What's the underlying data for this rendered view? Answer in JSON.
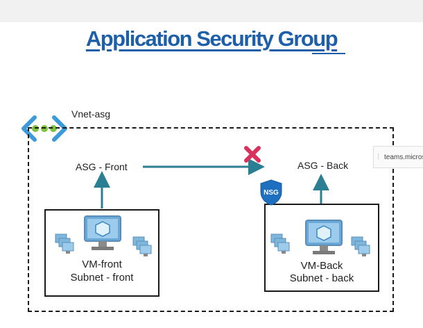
{
  "title": "Application Security  Group",
  "vnet": {
    "label": "Vnet-asg",
    "icon": "virtual-network-icon"
  },
  "asg_front": {
    "label": "ASG - Front"
  },
  "asg_back": {
    "label": "ASG - Back"
  },
  "subnet_front": {
    "vm_label": "VM-front",
    "subnet_label": "Subnet - front"
  },
  "subnet_back": {
    "vm_label": "VM-Back",
    "subnet_label": "Subnet - back"
  },
  "nsg": {
    "label": "NSG",
    "icon": "nsg-shield-icon"
  },
  "blocked": {
    "icon": "blocked-x-icon"
  },
  "side_panel": {
    "url": "teams.microsoft.c"
  },
  "colors": {
    "title": "#1d5fa8",
    "arrow": "#2a7f92",
    "blocked": "#d9315b",
    "nsg": "#1f6fc0",
    "vnet_icon": "#3b9ad9",
    "vnet_dots": "#7fc241"
  }
}
